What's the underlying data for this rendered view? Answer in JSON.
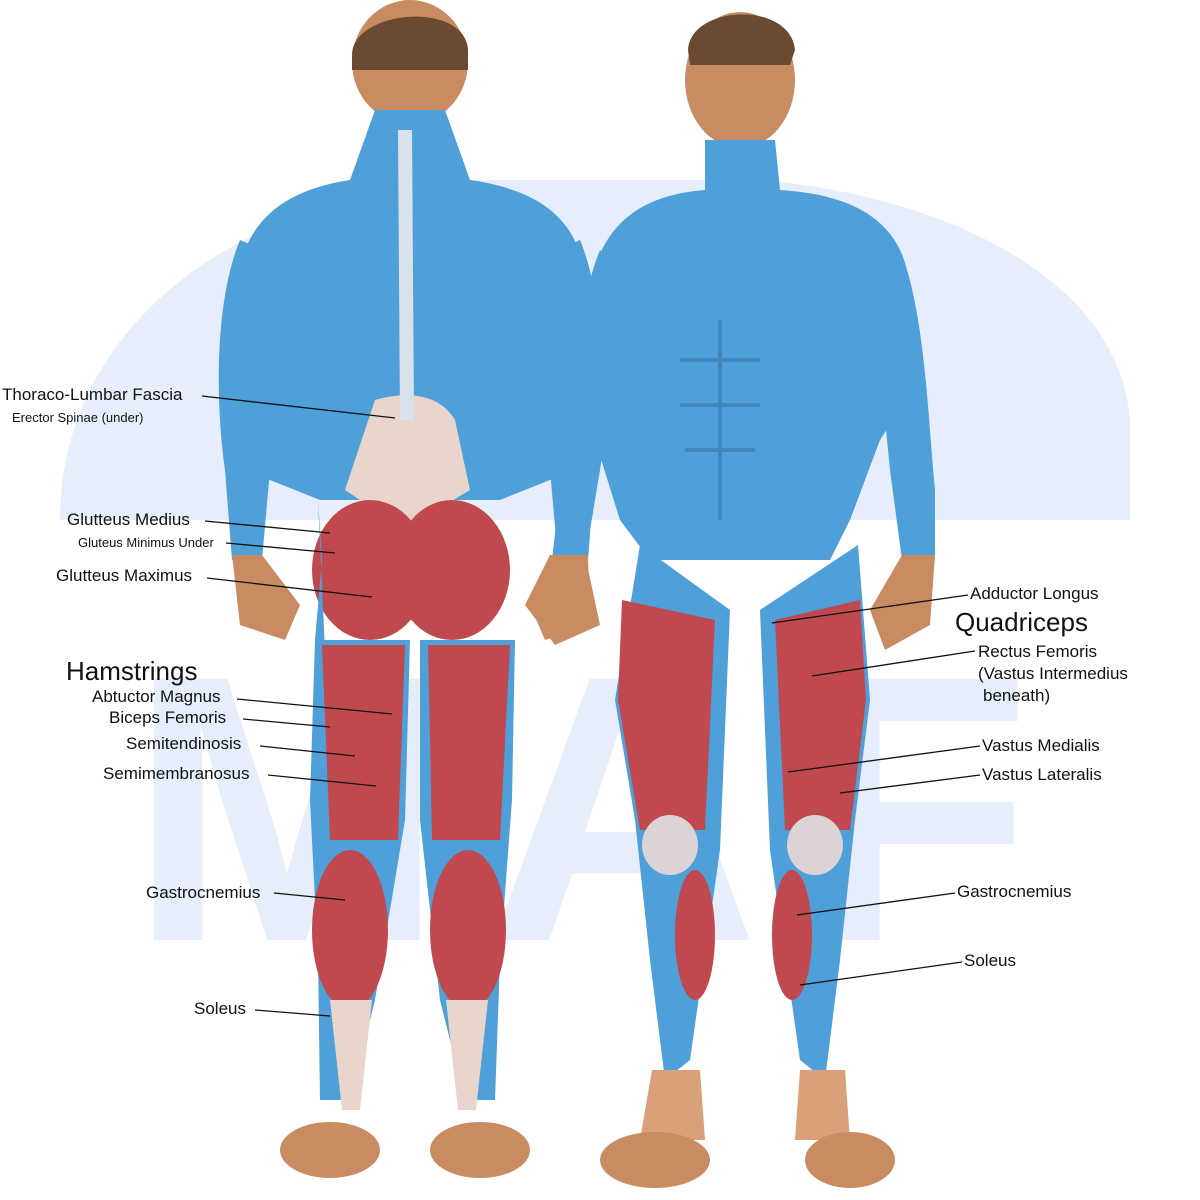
{
  "colors": {
    "muscle_blue": "#4f9fd9",
    "muscle_red": "#c0494f",
    "fascia": "#e8d6cc",
    "skin": "#c98c62",
    "watermark": "#e6edfb",
    "leader_line": "#111111"
  },
  "watermark": {
    "text": "MAF"
  },
  "figures": [
    {
      "name": "posterior-view"
    },
    {
      "name": "anterior-view"
    }
  ],
  "labels": {
    "thoraco_lumbar_fascia": "Thoraco-Lumbar Fascia",
    "erector_spinae": "Erector Spinae (under)",
    "glutteus_medius": "Glutteus Medius",
    "gluteus_minimus": "Gluteus Minimus Under",
    "glutteus_maximus": "Glutteus Maximus",
    "hamstrings_heading": "Hamstrings",
    "abtuctor_magnus": "Abtuctor Magnus",
    "biceps_femoris": "Biceps Femoris",
    "semitendinosis": "Semitendinosis",
    "semimembranosus": "Semimembranosus",
    "gastrocnemius_back": "Gastrocnemius",
    "soleus_back": "Soleus",
    "adductor_longus": "Adductor Longus",
    "quadriceps_heading": "Quadriceps",
    "rectus_femoris_l1": "Rectus Femoris",
    "rectus_femoris_l2": "(Vastus Intermedius",
    "rectus_femoris_l3": "beneath)",
    "vastus_medialis": "Vastus Medialis",
    "vastus_lateralis": "Vastus Lateralis",
    "gastrocnemius_front": "Gastrocnemius",
    "soleus_front": "Soleus"
  }
}
